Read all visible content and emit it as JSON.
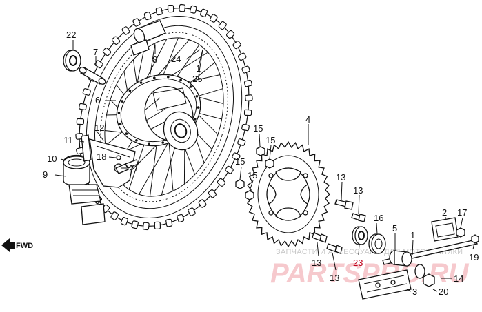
{
  "diagram": {
    "fwd_label": "FWD",
    "labels": {
      "p1": "1",
      "p2": "2",
      "p3": "3",
      "p4": "4",
      "p5": "5",
      "p6": "6",
      "p7": "7",
      "p8": "8",
      "p9": "9",
      "p10": "10",
      "p11": "11",
      "p12": "12",
      "p13a": "13",
      "p13b": "13",
      "p13c": "13",
      "p13d": "13",
      "p14": "14",
      "p15a": "15",
      "p15b": "15",
      "p15c": "15",
      "p15d": "15",
      "p16": "16",
      "p17": "17",
      "p18": "18",
      "p19": "19",
      "p20": "20",
      "p21": "21",
      "p22": "22",
      "p23": "23",
      "p24": "24",
      "p25": "25"
    }
  },
  "watermark": {
    "subtitle": "ЗАПЧАСТИ И АКСЕССУАРЫ ДЛЯ МОТОТЕХНИКИ",
    "brand": "PARTSPRO.RU",
    "colors": {
      "brand": "#f6c9cd",
      "subtitle": "#c9c9c9"
    }
  },
  "colors": {
    "line": "#111111",
    "highlight_label": "#c0001a",
    "background": "#ffffff"
  }
}
